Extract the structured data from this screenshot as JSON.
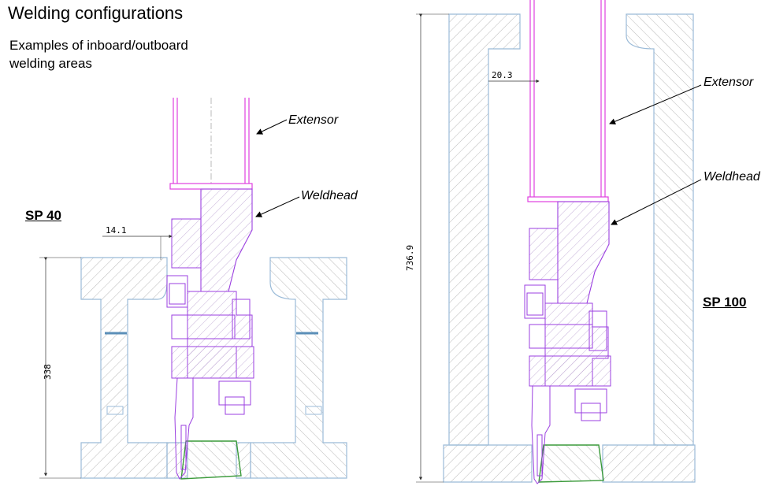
{
  "title": "Welding configurations",
  "subtitle_line1": "Examples of inboard/outboard",
  "subtitle_line2": "welding areas",
  "left_config": {
    "name": "SP 40",
    "extensor_label": "Extensor",
    "weldhead_label": "Weldhead",
    "dim_offset": "14.1",
    "dim_height": "338"
  },
  "right_config": {
    "name": "SP 100",
    "extensor_label": "Extensor",
    "weldhead_label": "Weldhead",
    "dim_offset": "20.3",
    "dim_height": "736.9"
  },
  "colors": {
    "housing_outline": "#9bbbd8",
    "tool_outline": "#9b3fe0",
    "extensor": "#e040e0",
    "weld_seam": "#3a9a3a",
    "hatch": "#a8a8a8",
    "dimension": "#333333"
  }
}
